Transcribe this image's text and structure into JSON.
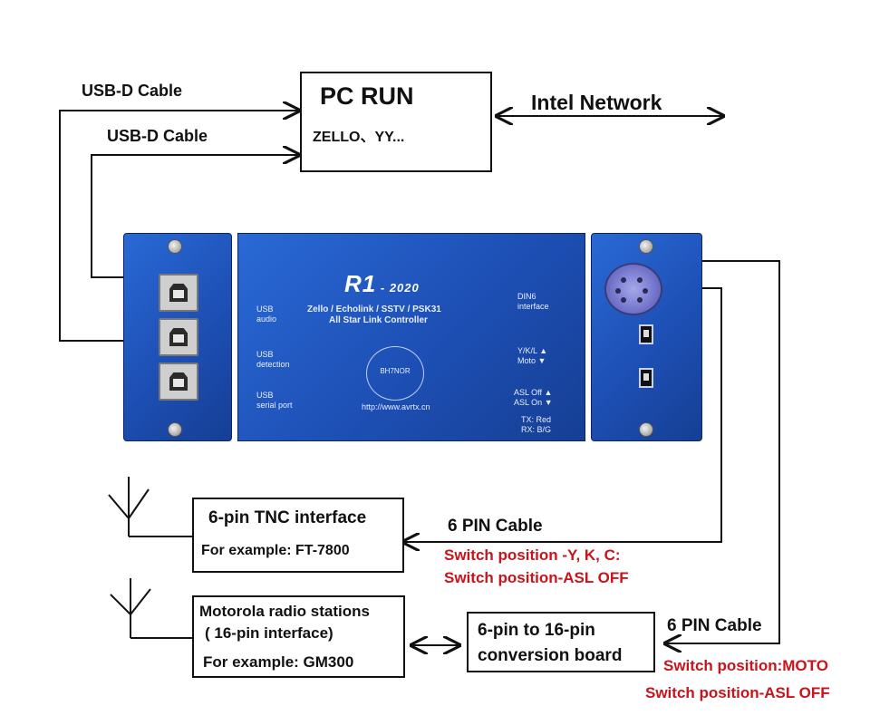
{
  "pc": {
    "title": "PC RUN",
    "subtitle": "ZELLO、YY..."
  },
  "cables": {
    "usb_top": "USB-D Cable",
    "usb_bottom": "USB-D Cable",
    "six_pin_1": "6 PIN Cable",
    "six_pin_2": "6 PIN Cable"
  },
  "network": {
    "label": "Intel Network"
  },
  "device": {
    "brand": "R1",
    "model_year": "2020",
    "line1": "Zello / Echolink / SSTV / PSK31",
    "line2": "All Star Link  Controller",
    "website": "http://www.avrtx.cn",
    "callsign": "BH7NOR",
    "left_labels": [
      "USB",
      "audio",
      "USB",
      "detection",
      "USB",
      "serial port"
    ],
    "right_labels": {
      "din": "DIN6",
      "din2": "interface",
      "ykl": "Y/K/L",
      "moto": "Moto",
      "asl_off": "ASL Off",
      "asl_on": "ASL On",
      "tx": "TX: Red",
      "rx": "RX: B/G"
    }
  },
  "tnc": {
    "title": "6-pin TNC interface",
    "example": "For example: FT-7800"
  },
  "switch1": {
    "line1": "Switch position -Y, K, C:",
    "line2": "Switch position-ASL OFF"
  },
  "motorola": {
    "title": "Motorola radio stations",
    "subtitle": "( 16-pin interface)",
    "example": "For example: GM300"
  },
  "conversion": {
    "line1": "6-pin to 16-pin",
    "line2": "conversion board"
  },
  "switch2": {
    "line1": "Switch position:MOTO",
    "line2": "Switch position-ASL OFF"
  },
  "colors": {
    "device_blue": "#1f56c0",
    "warning_red": "#c8141c"
  },
  "icons": [
    "antenna-icon",
    "usb-port-icon",
    "din6-connector-icon",
    "slide-switch-icon",
    "screw-icon"
  ]
}
